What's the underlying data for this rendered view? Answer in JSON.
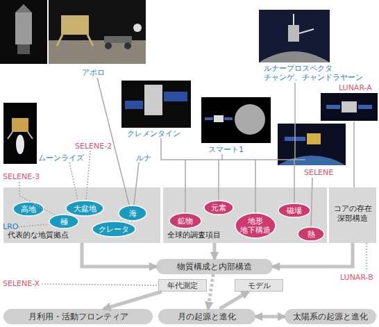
{
  "diagram": {
    "nodes": [
      {
        "text": [
          "代表的な地質拠点"
        ]
      },
      {
        "text": [
          "高地"
        ],
        "in": 0
      },
      {
        "text": [
          "大盆地"
        ],
        "in": 0
      },
      {
        "text": [
          "海"
        ],
        "in": 0
      },
      {
        "text": [
          "極"
        ],
        "in": 0
      },
      {
        "text": [
          "クレータ"
        ],
        "in": 0
      },
      {
        "text": [
          "全球的調査項目"
        ]
      },
      {
        "text": [
          "鉱物"
        ],
        "in": 6
      },
      {
        "text": [
          "元素"
        ],
        "in": 6
      },
      {
        "text": [
          "地形 地下構造"
        ],
        "in": 6
      },
      {
        "text": [
          "磁場"
        ],
        "in": 6
      },
      {
        "text": [
          "熱"
        ],
        "in": 6
      },
      {
        "text": [
          "コアの存在 深部構造"
        ]
      },
      {
        "text": [
          "物質構成と内部構造"
        ]
      },
      {
        "text": [
          "年代測定"
        ]
      },
      {
        "text": [
          "モデル"
        ]
      },
      {
        "text": [
          "月利用・活動フロンティア"
        ]
      },
      {
        "text": [
          "月の起源と進化"
        ]
      },
      {
        "text": [
          "太陽系の起源と進化"
        ]
      }
    ],
    "edges": [
      {
        "from": 0,
        "to": 13,
        "arrow": "to"
      },
      {
        "from": 6,
        "to": 13,
        "arrow": "to"
      },
      {
        "from": 12,
        "to": 13,
        "arrow": "to"
      },
      {
        "from": 13,
        "to": 17,
        "arrow": "to"
      },
      {
        "from": 14,
        "to": 16,
        "arrow": "to"
      },
      {
        "from": 17,
        "to": 15,
        "arrow": "to"
      },
      {
        "from": 17,
        "to": 18,
        "arrow": "both"
      }
    ],
    "labels": [
      "アポロ",
      "ルナープロスペクタ チャンゲ、チャンドラヤーン",
      "LUNAR-A",
      "クレメンタイン",
      "スマート1",
      "SELENE-2",
      "ムーンライズ",
      "ルナ",
      "SELENE",
      "SELENE-3",
      "LRO",
      "LUNAR-B",
      "SELENE-X"
    ]
  }
}
